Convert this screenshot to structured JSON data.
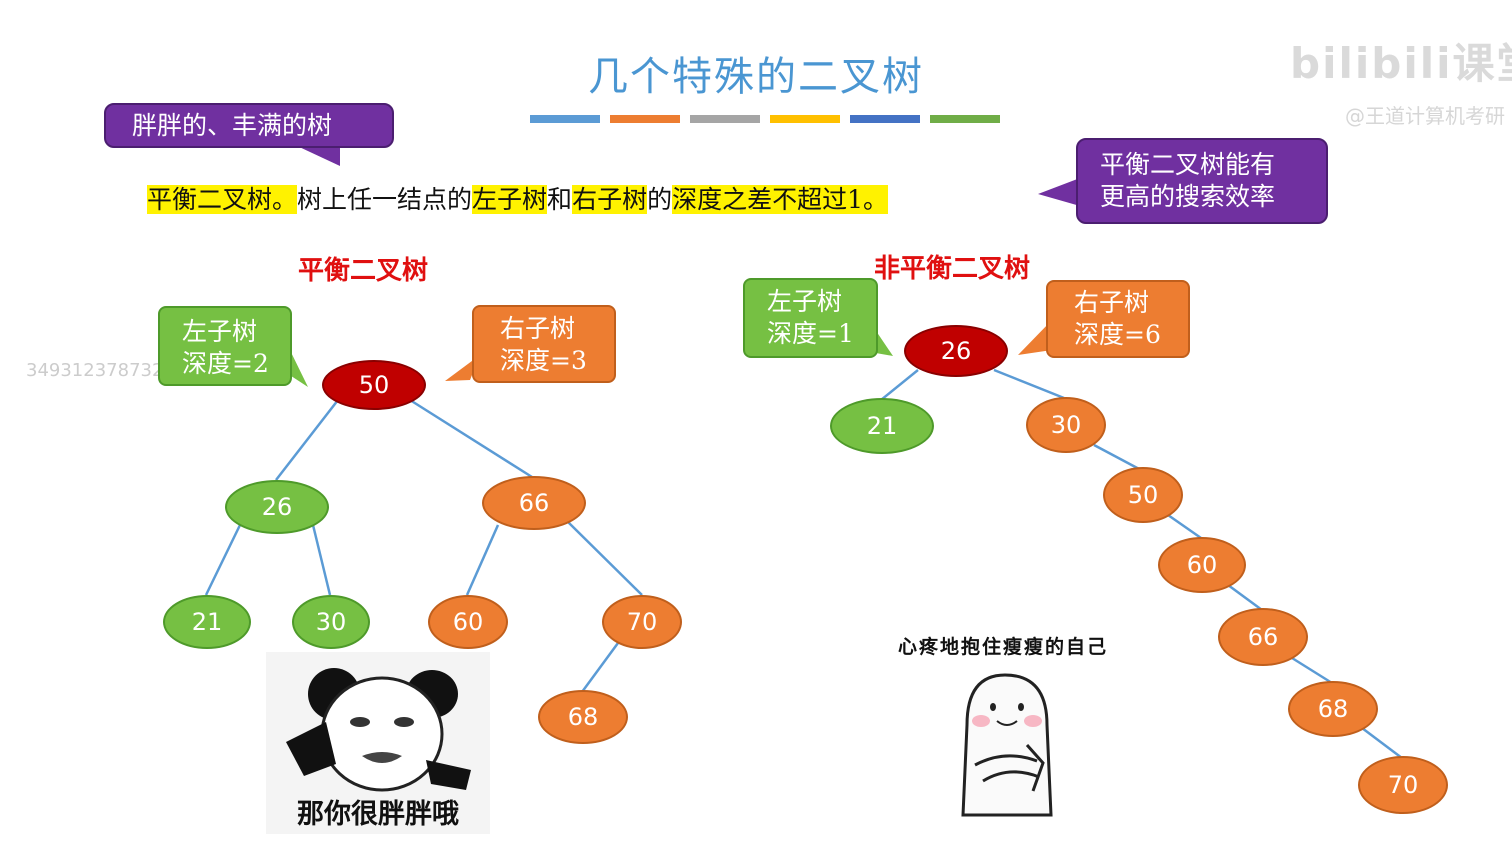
{
  "title": "几个特殊的二叉树",
  "color_bars": [
    "#5b9bd5",
    "#ed7d31",
    "#a5a5a5",
    "#ffc000",
    "#4472c4",
    "#70ad47"
  ],
  "callout_top_left": "胖胖的、丰满的树",
  "definition": {
    "p1": "平衡二叉树。",
    "p2": "树上任一结点的",
    "p3": "左子树",
    "p4": "和",
    "p5": "右子树",
    "p6": "的",
    "p7": "深度之差不超过1。"
  },
  "callout_right": {
    "line1": "平衡二叉树能有",
    "line2": "更高的搜索效率"
  },
  "balanced": {
    "label": "平衡二叉树",
    "left_depth": {
      "line1": "左子树",
      "line2": "深度=2"
    },
    "right_depth": {
      "line1": "右子树",
      "line2": "深度=3"
    },
    "nodes": {
      "root": "50",
      "n26": "26",
      "n66": "66",
      "n21": "21",
      "n30": "30",
      "n60": "60",
      "n70": "70",
      "n68": "68"
    }
  },
  "unbalanced": {
    "label": "非平衡二叉树",
    "left_depth": {
      "line1": "左子树",
      "line2": "深度=1"
    },
    "right_depth": {
      "line1": "右子树",
      "line2": "深度=6"
    },
    "nodes": {
      "root": "26",
      "n21": "21",
      "n30": "30",
      "n50": "50",
      "n60": "60",
      "n66": "66",
      "n68": "68",
      "n70": "70"
    }
  },
  "meme_left_caption": "那你很胖胖哦",
  "meme_right_caption": "心疼地抱住瘦瘦的自己",
  "watermark": {
    "brand": "bilibili课堂",
    "sub": "@王道计算机考研",
    "id": "3493123787321"
  }
}
